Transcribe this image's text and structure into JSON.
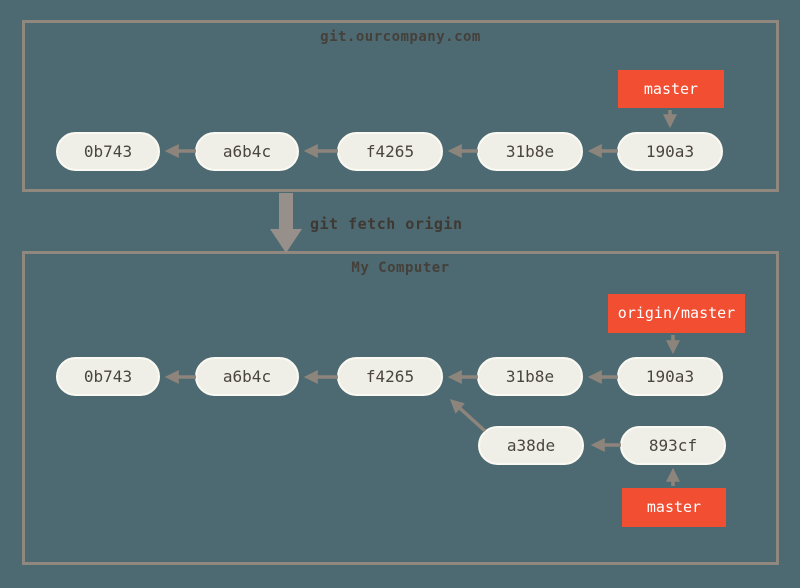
{
  "remote_repo": {
    "title": "git.ourcompany.com",
    "branch_label": "master",
    "commits": [
      "0b743",
      "a6b4c",
      "f4265",
      "31b8e",
      "190a3"
    ]
  },
  "command": {
    "label": "git fetch origin"
  },
  "local_repo": {
    "title": "My Computer",
    "remote_branch_label": "origin/master",
    "branch_label": "master",
    "main_commits": [
      "0b743",
      "a6b4c",
      "f4265",
      "31b8e",
      "190a3"
    ],
    "feature_commits": [
      "a38de",
      "893cf"
    ]
  },
  "colors": {
    "background": "#4d6971",
    "box_border": "#90887f",
    "node_fill": "#f0efe7",
    "node_border": "#fafaf3",
    "node_text": "#4a453e",
    "branch_fill": "#f14e32",
    "branch_text": "#ffffff",
    "arrow": "#8d857c",
    "big_arrow": "#97908a",
    "title_text": "#45403a"
  }
}
